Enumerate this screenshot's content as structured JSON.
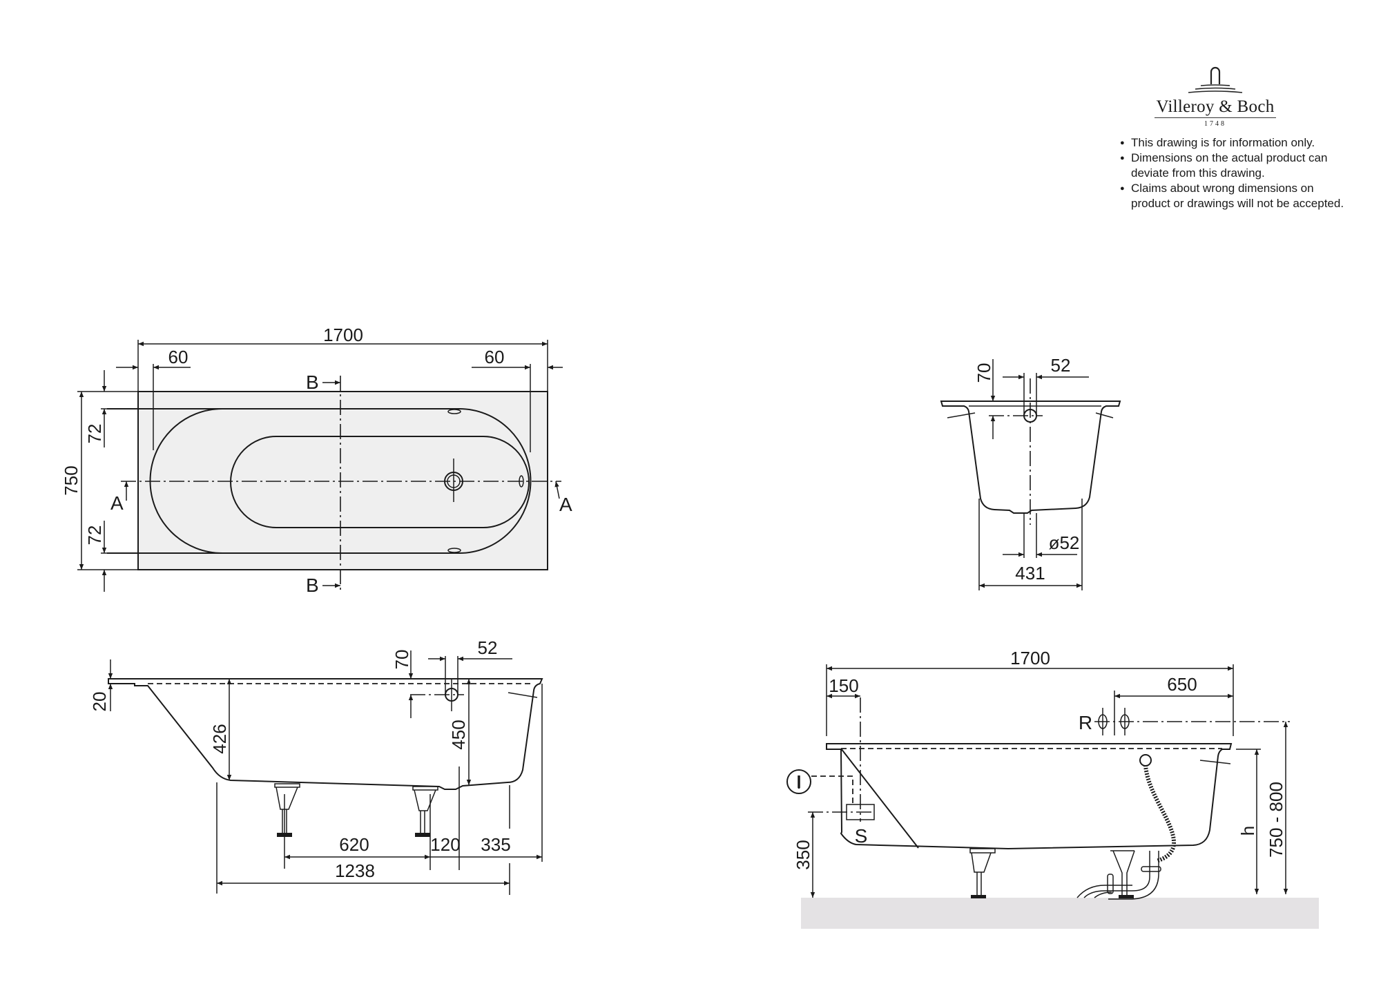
{
  "brand": {
    "name": "Villeroy & Boch",
    "year": "1748",
    "logo_icon": "faucet-arch-icon"
  },
  "disclaimer": [
    "This drawing is for information only.",
    "Dimensions on the actual product can deviate from this drawing.",
    "Claims about wrong dimensions on product or drawings will not be accepted."
  ],
  "plan_view": {
    "overall_length": "1700",
    "rim_left": "60",
    "rim_right": "60",
    "overall_width": "750",
    "rim_top": "72",
    "rim_bottom": "72",
    "section_a": "A",
    "section_b": "B",
    "colors": {
      "fill": "#efefef",
      "line": "#1a1a1a"
    }
  },
  "section_b_view": {
    "overflow_drop": "70",
    "overflow_diameter": "52",
    "waste_diameter": "ø52",
    "base_width": "431"
  },
  "section_a_view": {
    "rim_thickness": "20",
    "depth_left": "426",
    "overflow_drop": "70",
    "overflow_diameter": "52",
    "depth_overall": "450",
    "leg_spacing": "620",
    "leg_to_waste": "120",
    "waste_to_end": "335",
    "base_length": "1238"
  },
  "installation_view": {
    "overall_length": "1700",
    "siphon_offset": "150",
    "tap_offset": "650",
    "tap_label": "R",
    "inlet_label": "I",
    "siphon_label": "S",
    "siphon_height": "350",
    "tub_height": "h",
    "tap_height": "750 - 800",
    "colors": {
      "floor": "#e4e2e4"
    }
  }
}
